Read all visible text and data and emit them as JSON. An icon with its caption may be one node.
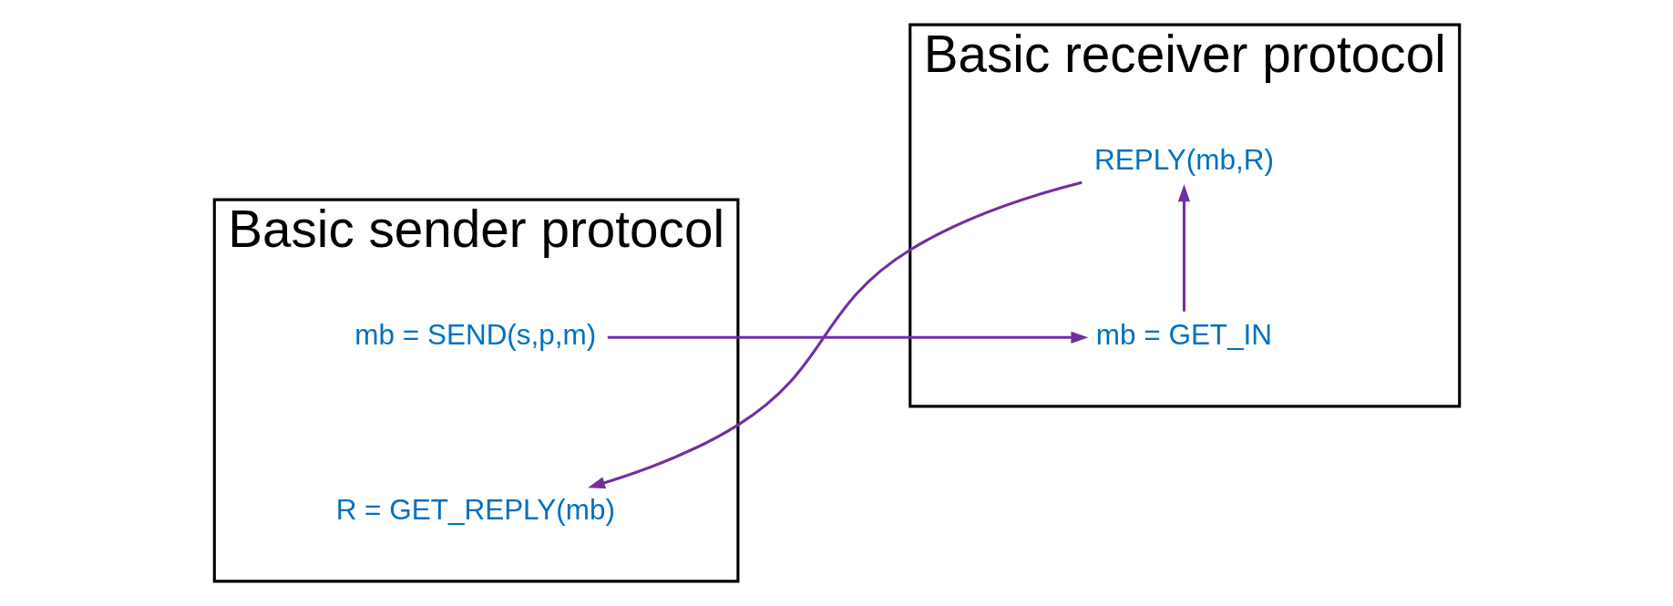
{
  "diagram": {
    "nodes": [
      {
        "text": [
          "Basic sender protocol"
        ]
      },
      {
        "text": [
          "mb = SEND(s,p,m)"
        ],
        "in": 0
      },
      {
        "text": [
          "R = GET_REPLY(mb)"
        ],
        "in": 0
      },
      {
        "text": [
          "Basic receiver protocol"
        ]
      },
      {
        "text": [
          "mb = GET_IN"
        ],
        "in": 3
      },
      {
        "text": [
          "REPLY(mb,R)"
        ],
        "in": 3
      }
    ],
    "edges": [
      {
        "from": 1,
        "to": 4,
        "arrow": "to"
      },
      {
        "from": 4,
        "to": 5,
        "arrow": "to"
      },
      {
        "from": 5,
        "to": 2,
        "arrow": "to"
      }
    ]
  }
}
